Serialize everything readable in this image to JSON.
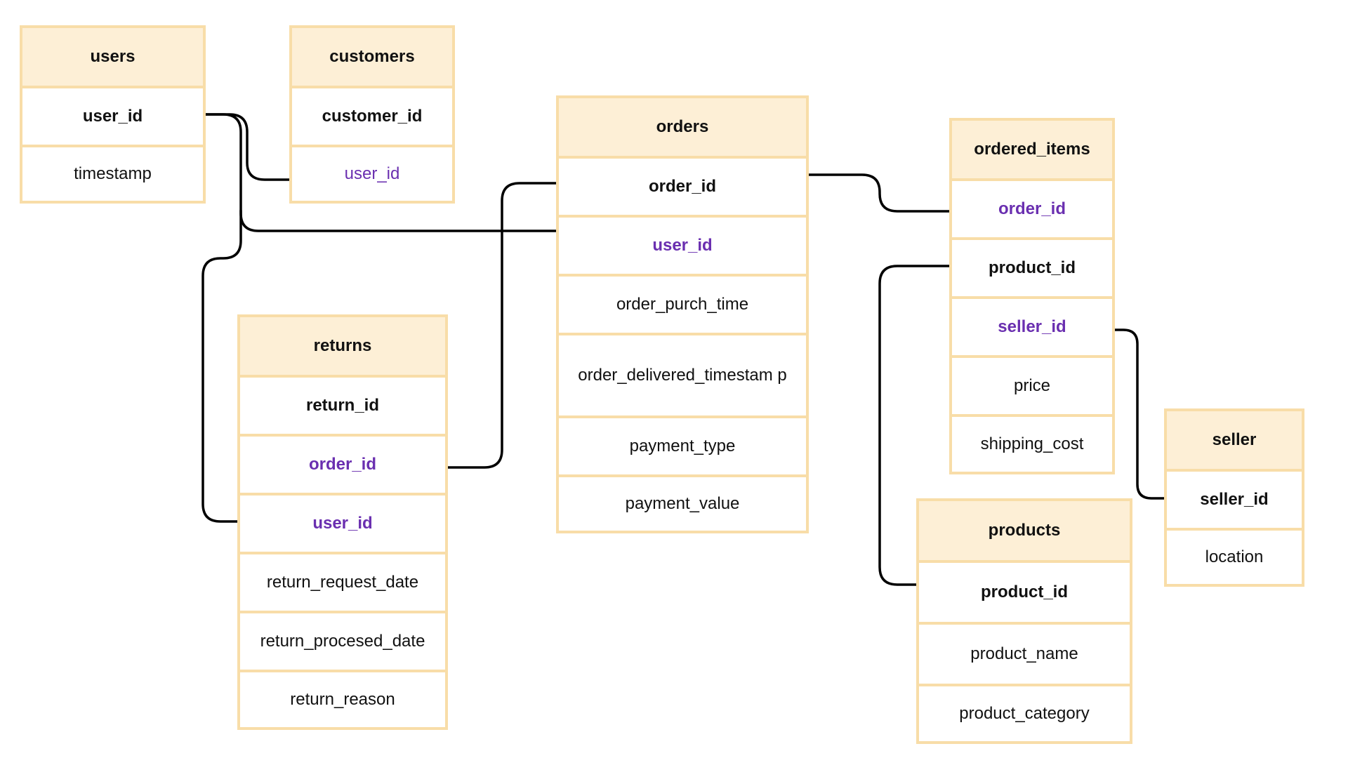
{
  "colors": {
    "header_fill": "#fdefd6",
    "border": "#f8dda8",
    "foreign_key_text": "#6a2fb0",
    "primary_text": "#111111",
    "connector": "#000000"
  },
  "entities": {
    "users": {
      "title": "users",
      "fields": [
        "user_id",
        "timestamp"
      ]
    },
    "customers": {
      "title": "customers",
      "fields": [
        "customer_id",
        "user_id"
      ]
    },
    "orders": {
      "title": "orders",
      "fields": [
        "order_id",
        "user_id",
        "order_purch_time",
        "order_delivered_timestam p",
        "payment_type",
        "payment_value"
      ]
    },
    "returns": {
      "title": "returns",
      "fields": [
        "return_id",
        "order_id",
        "user_id",
        "return_request_date",
        "return_procesed_date",
        "return_reason"
      ]
    },
    "ordered_items": {
      "title": "ordered_items",
      "fields": [
        "order_id",
        "product_id",
        "seller_id",
        "price",
        "shipping_cost"
      ]
    },
    "seller": {
      "title": "seller",
      "fields": [
        "seller_id",
        "location"
      ]
    },
    "products": {
      "title": "products",
      "fields": [
        "product_id",
        "product_name",
        "product_category"
      ]
    }
  }
}
